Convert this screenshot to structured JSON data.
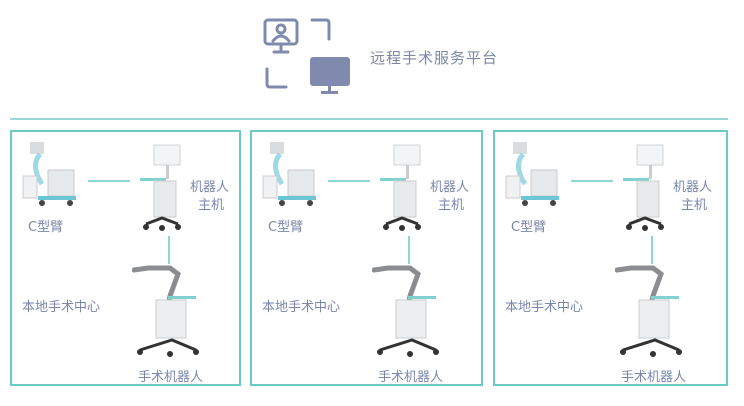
{
  "header": {
    "title": "远程手术服务平台",
    "icon": "remote-monitors-icon"
  },
  "panels": [
    {
      "carm": "C型臂",
      "host_line1": "机器人",
      "host_line2": "主机",
      "robot": "手术机器人",
      "center": "本地手术中心"
    },
    {
      "carm": "C型臂",
      "host_line1": "机器人",
      "host_line2": "主机",
      "robot": "手术机器人",
      "center": "本地手术中心"
    },
    {
      "carm": "C型臂",
      "host_line1": "机器人",
      "host_line2": "主机",
      "robot": "手术机器人",
      "center": "本地手术中心"
    }
  ],
  "colors": {
    "accent": "#6ccac6",
    "text": "#7a86ad",
    "icon": "#7f8aae"
  }
}
